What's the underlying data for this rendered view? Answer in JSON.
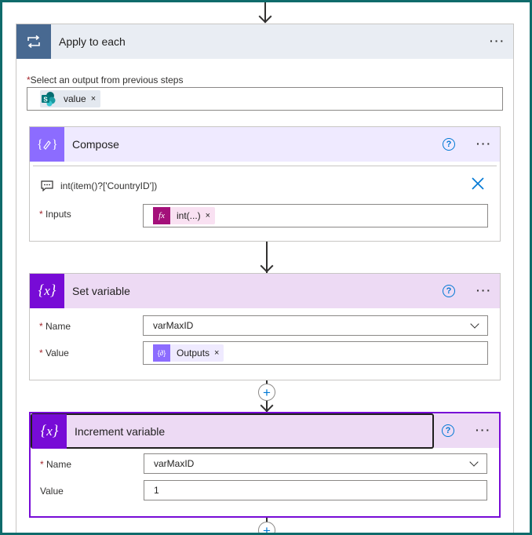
{
  "apply_to_each": {
    "title": "Apply to each",
    "more": "···",
    "select_label": "Select an output from previous steps",
    "token_label": "value",
    "token_remove": "×"
  },
  "compose": {
    "title": "Compose",
    "help": "?",
    "more": "···",
    "expression": "int(item()?['CountryID'])",
    "inputs_label": "Inputs",
    "token_label": "int(...)",
    "token_icon": "fx",
    "token_remove": "×"
  },
  "set_variable": {
    "title": "Set variable",
    "help": "?",
    "more": "···",
    "name_label": "Name",
    "name_value": "varMaxID",
    "value_label": "Value",
    "token_label": "Outputs",
    "token_remove": "×"
  },
  "increment_variable": {
    "title": "Increment variable",
    "help": "?",
    "more": "···",
    "name_label": "Name",
    "name_value": "varMaxID",
    "value_label": "Value",
    "value": "1"
  },
  "required_mark": "*",
  "add_step": "+",
  "colors": {
    "loop_header": "#e9edf3",
    "loop_icon": "#486991",
    "compose_header": "#efeaff",
    "compose_icon": "#8c6cff",
    "variable_header": "#eddaf4",
    "variable_icon": "#770bd6",
    "help_blue": "#0078d4",
    "frame": "#0f6b6b"
  }
}
